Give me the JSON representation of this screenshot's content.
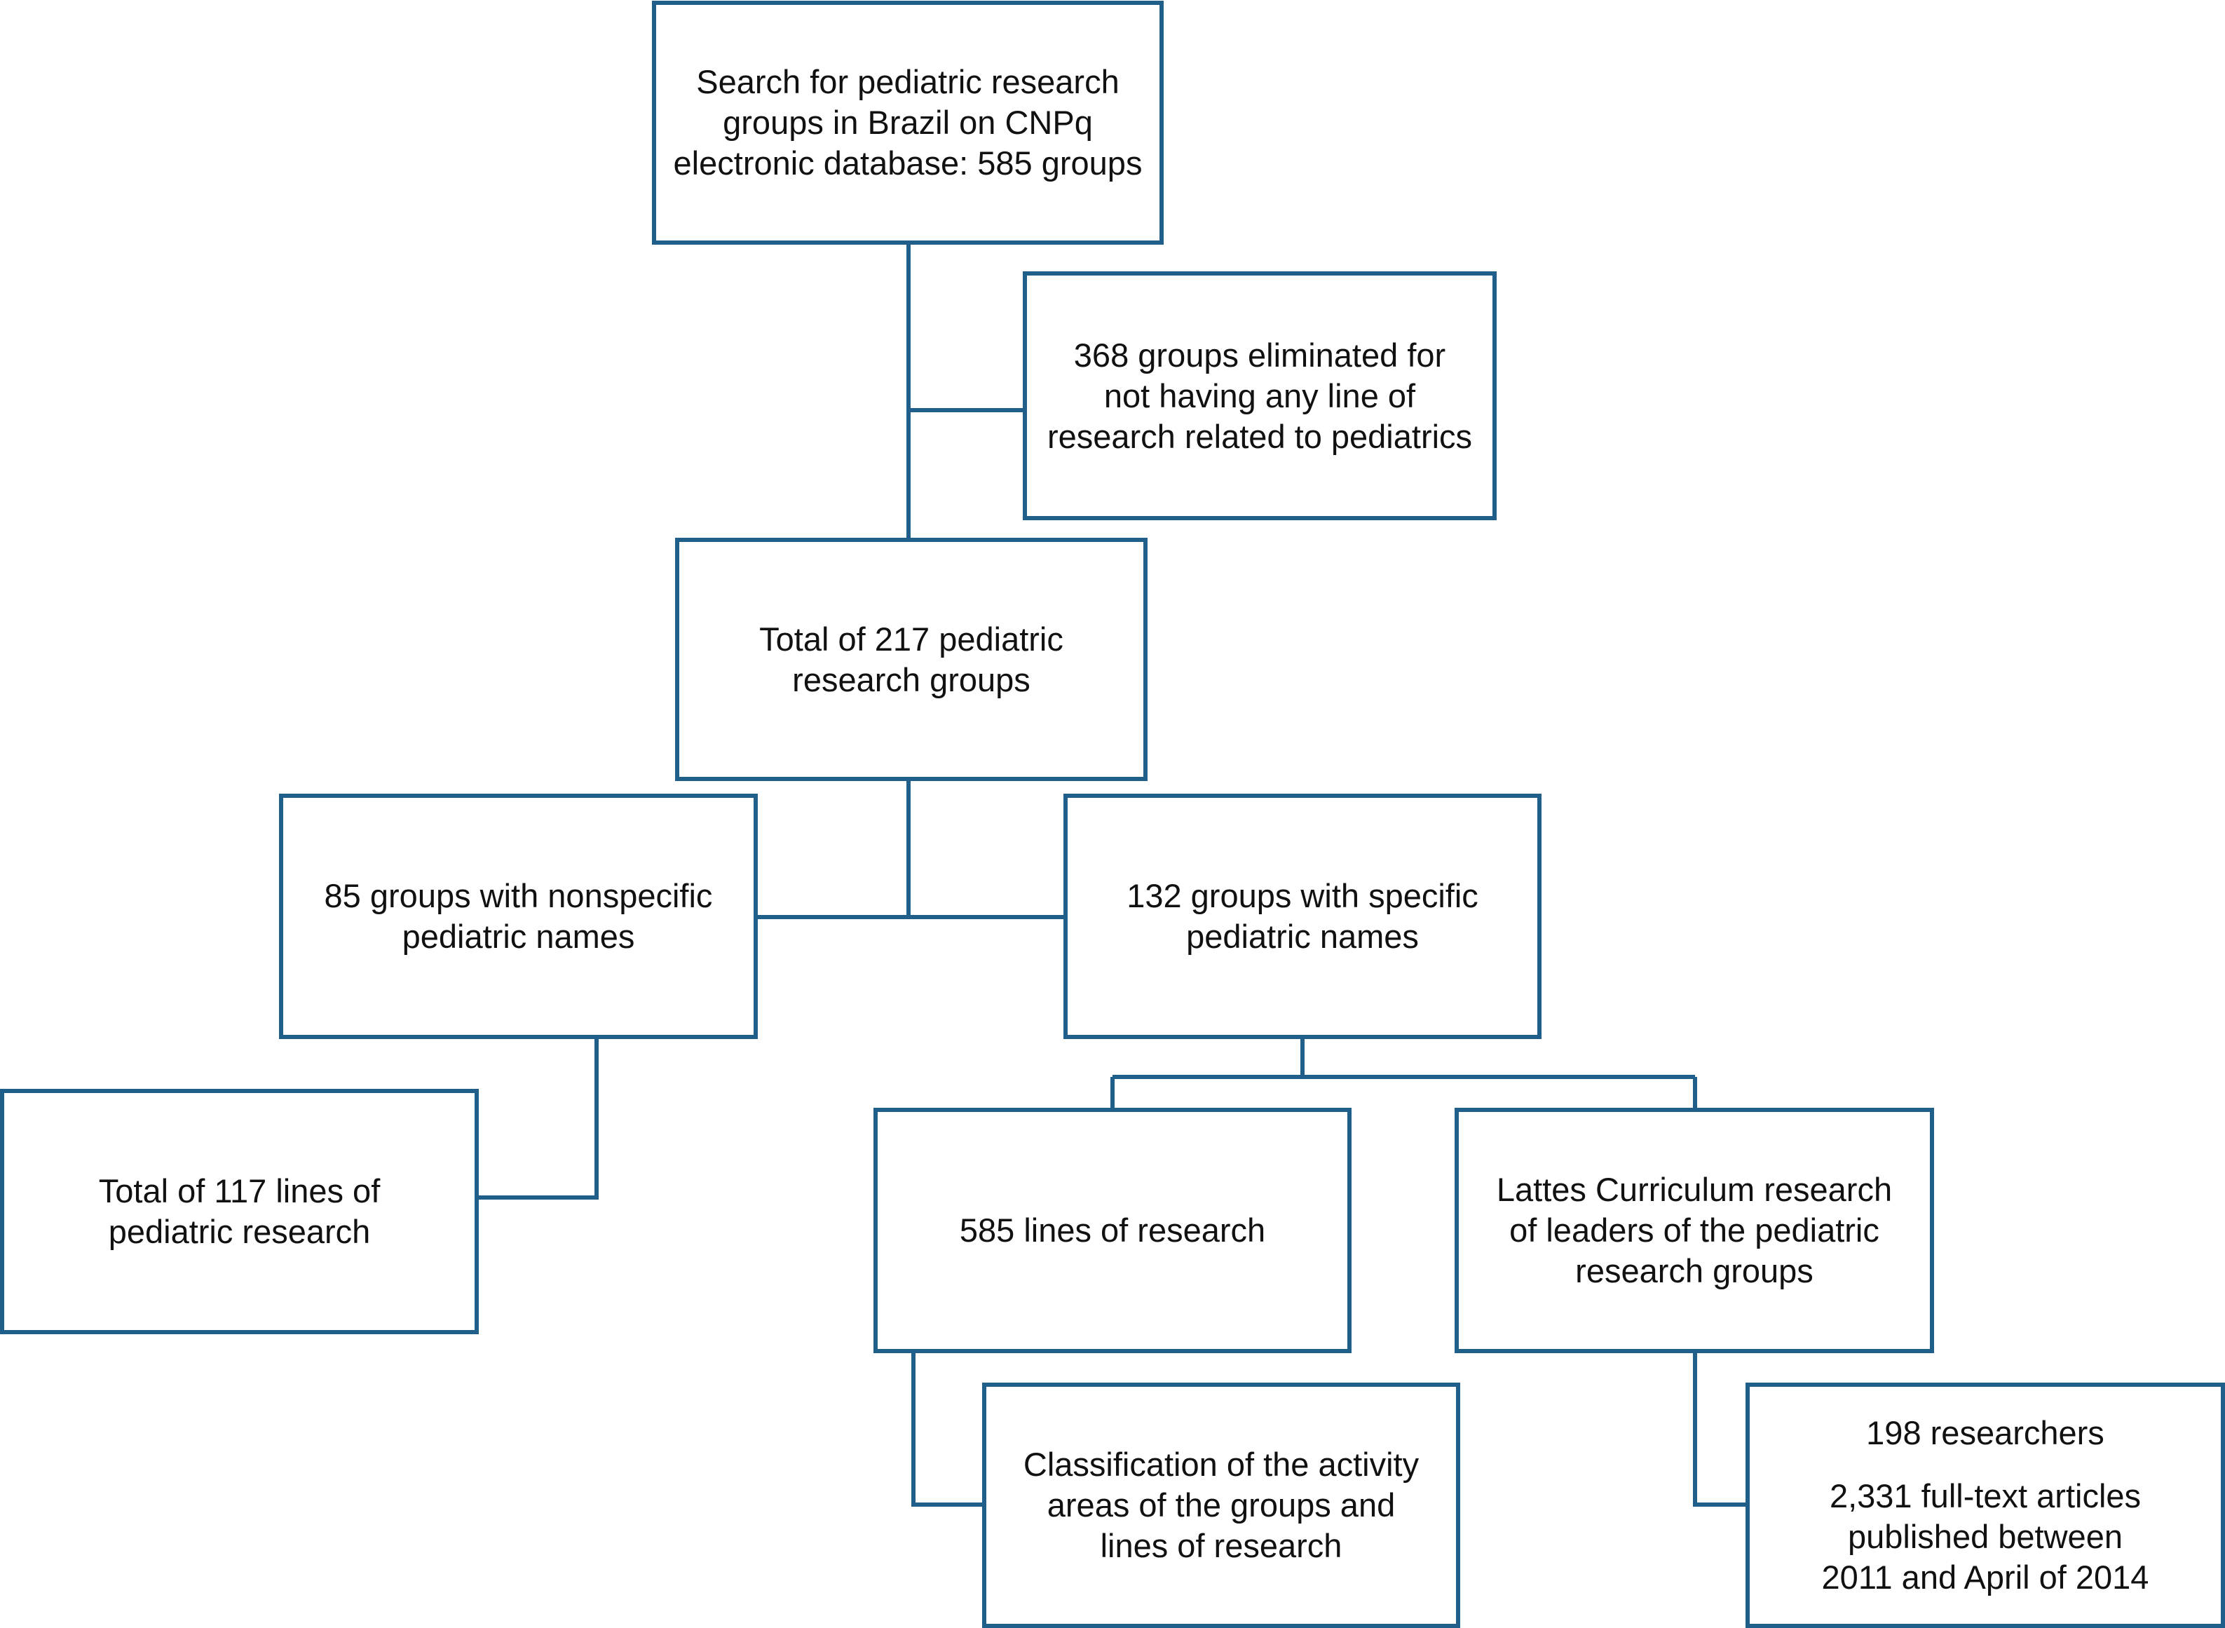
{
  "colors": {
    "border": "#1f5f89",
    "text": "#111111",
    "background": "#ffffff"
  },
  "boxes": {
    "search": {
      "lines": [
        "Search for pediatric research",
        "groups in Brazil on CNPq",
        "electronic database: 585 groups"
      ]
    },
    "eliminated": {
      "lines": [
        "368 groups eliminated for",
        "not having any line of",
        "research related to pediatrics"
      ]
    },
    "total_groups": {
      "lines": [
        "Total of 217 pediatric",
        "research groups"
      ]
    },
    "nonspecific": {
      "lines": [
        "85 groups with nonspecific",
        "pediatric names"
      ]
    },
    "specific": {
      "lines": [
        "132 groups with specific",
        "pediatric names"
      ]
    },
    "total_lines": {
      "lines": [
        "Total of 117 lines of",
        "pediatric research"
      ]
    },
    "lines_of_research": {
      "lines": [
        "585 lines of research"
      ]
    },
    "lattes": {
      "lines": [
        "Lattes Curriculum research",
        "of leaders of the pediatric",
        "research groups"
      ]
    },
    "classification": {
      "lines": [
        "Classification of the activity",
        "areas of the groups and",
        "lines of research"
      ]
    },
    "researchers": {
      "heading": "198 researchers",
      "lines": [
        "2,331 full-text articles",
        "published between",
        "2011 and April of 2014"
      ]
    }
  }
}
